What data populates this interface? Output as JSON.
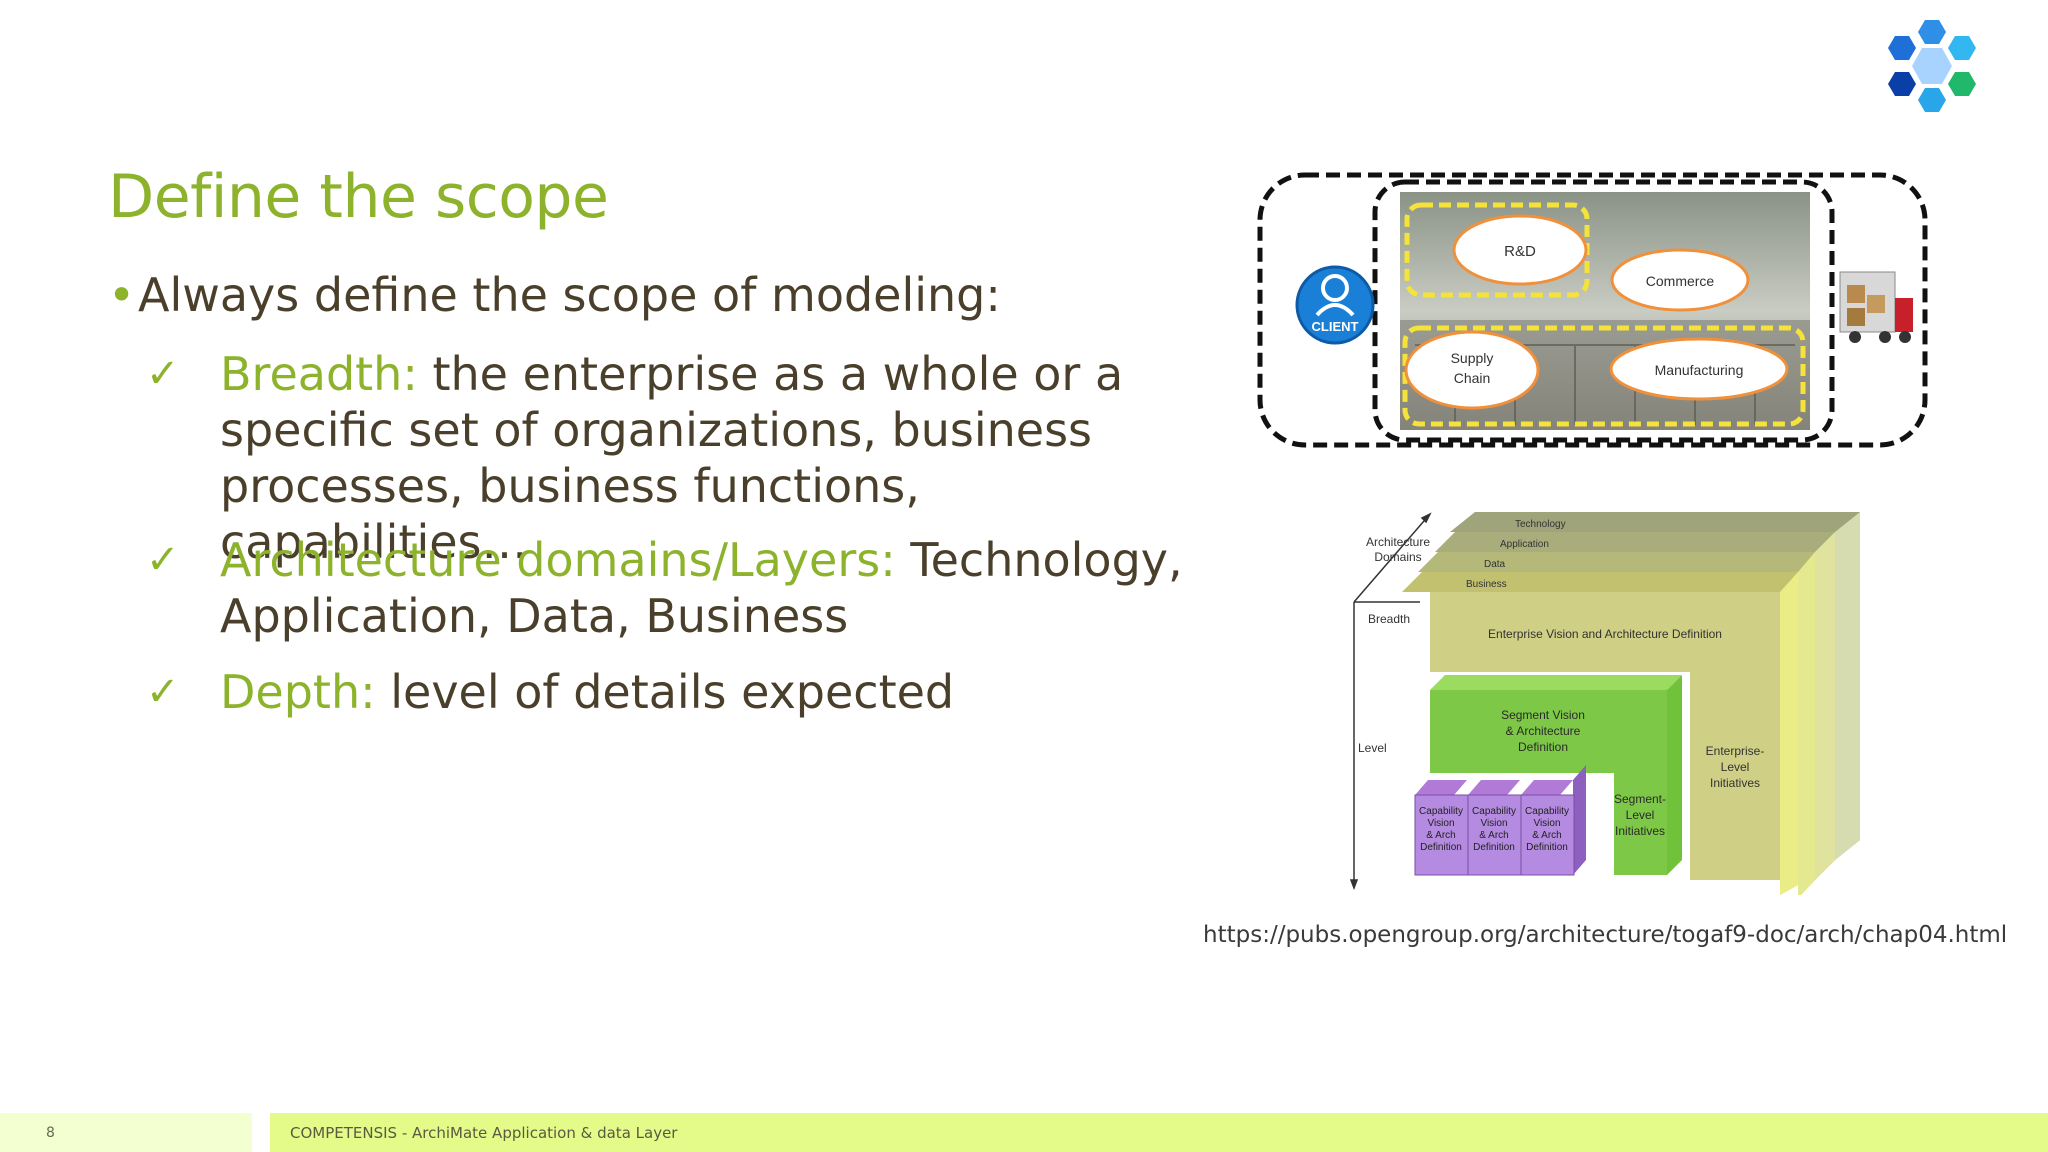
{
  "slide": {
    "title": "Define the scope",
    "bullet": "Always define the scope of modeling:",
    "items": [
      {
        "keyword": "Breadth:",
        "text": " the enterprise as a whole or a specific set of organizations, business processes, business functions, capabilities…"
      },
      {
        "keyword": "Architecture domains/Layers:",
        "text": " Technology, Application, Data, Business"
      },
      {
        "keyword": "Depth:",
        "text": " level of details expected"
      }
    ],
    "check_icon": "checkmark-icon",
    "source_url": "https://pubs.opengroup.org/architecture/togaf9-doc/arch/chap04.html"
  },
  "figure_scope": {
    "client_label": "CLIENT",
    "ovals": [
      "R&D",
      "Commerce",
      "Supply Chain",
      "Manufacturing"
    ],
    "icons": [
      "client-icon",
      "truck-icon"
    ]
  },
  "figure_togaf": {
    "architecture_domains": "Architecture Domains",
    "breadth": "Breadth",
    "level": "Level",
    "layers": [
      "Technology",
      "Application",
      "Data",
      "Business"
    ],
    "enterprise_vision": "Enterprise Vision and Architecture Definition",
    "segment_vision": "Segment Vision & Architecture Definition",
    "enterprise_initiatives": "Enterprise-Level Initiatives",
    "segment_initiatives": "Segment-Level Initiatives",
    "capability": "Capability Vision & Arch Definition"
  },
  "footer": {
    "page_number": "8",
    "text": "COMPETENSIS - ArchiMate Application & data Layer"
  },
  "colors": {
    "accent_green": "#8cb32b",
    "footer_bg": "#e4fb8a",
    "text_brown": "#4a3f2a"
  }
}
